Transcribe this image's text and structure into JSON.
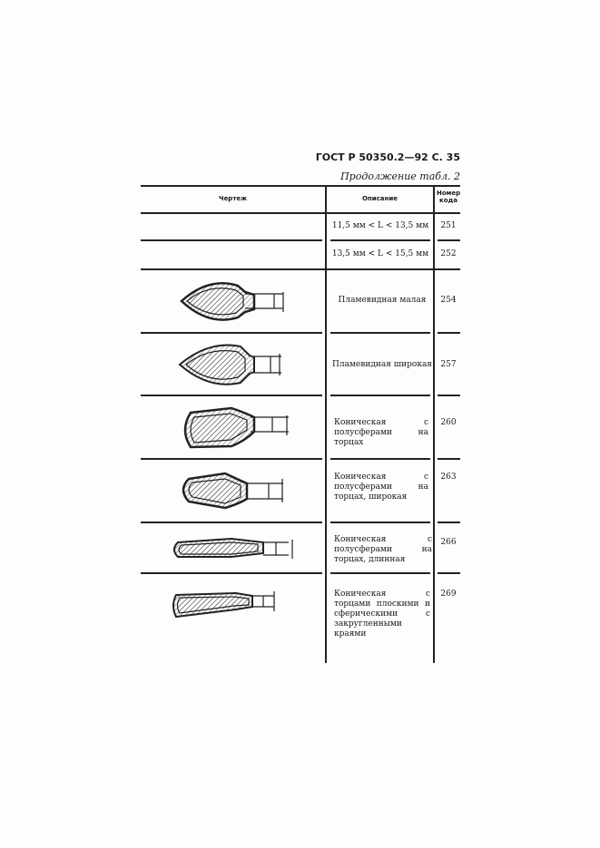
{
  "header": {
    "standard": "ГОСТ Р 50350.2—92 С. 35",
    "continuation": "Продолжение табл. 2"
  },
  "table": {
    "columns": [
      "Чертеж",
      "Описание",
      "Номер кода"
    ],
    "rows": [
      {
        "description": "11,5 мм < L < 13,5 мм",
        "code": "251"
      },
      {
        "description": "13,5 мм < L < 15,5 мм",
        "code": "252"
      },
      {
        "description": "Пламевидная малая",
        "code": "254"
      },
      {
        "description": "Пламевидная широкая",
        "code": "257"
      },
      {
        "description": "Коническая с полусферами на торцах",
        "code": "260"
      },
      {
        "description": "Коническая с полусферами на торцах, широкая",
        "code": "263"
      },
      {
        "description": "Коническая с полусферами на торцах, длинная",
        "code": "266"
      },
      {
        "description": "Коническая с торцами плоскими и сферическими с закругленными краями",
        "code": "269"
      }
    ]
  }
}
